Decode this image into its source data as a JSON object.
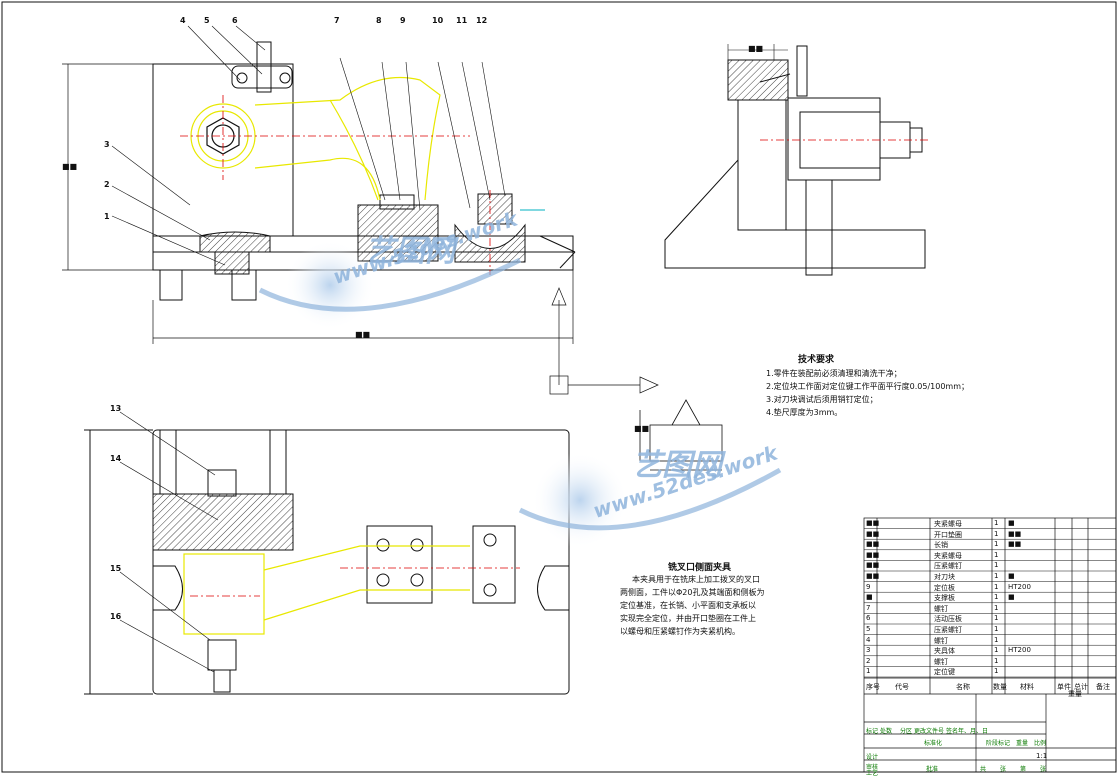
{
  "drawing": {
    "title": "铣叉口侧面夹具",
    "description_lines": [
      "本夹具用于在铣床上加工拨叉的叉口",
      "两侧面，工件以Φ20孔及其端面和侧板为",
      "定位基准，在长销、小平面和支承板以",
      "实现完全定位，并由开口垫圈在工件上",
      "以螺母和压紧螺钉作为夹紧机构。"
    ],
    "tech_title": "技术要求",
    "tech_requirements": [
      "1.零件在装配前必须清理和清洗干净；",
      "2.定位块工作面对定位键工作平面平行度0.05/100mm；",
      "3.对刀块调试后须用销钉定位；",
      "4.垫尺厚度为3mm。"
    ],
    "balloon_numbers_top": [
      "4",
      "5",
      "6",
      "7",
      "8",
      "9",
      "10",
      "11",
      "12"
    ],
    "balloon_numbers_left_top": [
      "3",
      "2",
      "1"
    ],
    "balloon_numbers_left_bottom": [
      "13",
      "14",
      "15",
      "16"
    ],
    "dim_marks": [
      "■■",
      "■■",
      "■■",
      "■■"
    ]
  },
  "bom": {
    "header": [
      "序号",
      "代号",
      "名称",
      "数量",
      "材料",
      "单件",
      "总计",
      "备注"
    ],
    "header_sub": [
      "重量"
    ],
    "rows": [
      [
        "■■",
        "",
        "夹紧螺母",
        "1",
        "■",
        ""
      ],
      [
        "■■",
        "",
        "开口垫圈",
        "1",
        "■■",
        ""
      ],
      [
        "■■",
        "",
        "长销",
        "1",
        "■■",
        ""
      ],
      [
        "■■",
        "",
        "夹紧螺母",
        "1",
        "",
        ""
      ],
      [
        "■■",
        "",
        "压紧螺钉",
        "1",
        "",
        ""
      ],
      [
        "■■",
        "",
        "对刀块",
        "1",
        "■",
        ""
      ],
      [
        "9",
        "",
        "定位板",
        "1",
        "HT200",
        ""
      ],
      [
        "■",
        "",
        "支撑板",
        "1",
        "■",
        ""
      ],
      [
        "7",
        "",
        "螺钉",
        "1",
        "",
        ""
      ],
      [
        "6",
        "",
        "活动压板",
        "1",
        "",
        ""
      ],
      [
        "5",
        "",
        "压紧螺钉",
        "1",
        "",
        ""
      ],
      [
        "4",
        "",
        "螺钉",
        "1",
        "",
        ""
      ],
      [
        "3",
        "",
        "夹具体",
        "1",
        "HT200",
        ""
      ],
      [
        "2",
        "",
        "螺钉",
        "1",
        "",
        ""
      ],
      [
        "1",
        "",
        "定位键",
        "1",
        "",
        ""
      ]
    ],
    "green_labels": [
      "标记",
      "处数",
      "分区",
      "更改文件号",
      "签名",
      "年、月、日",
      "设计",
      "标准化",
      "阶段标记",
      "重量",
      "比例",
      "审核",
      "工艺",
      "批准"
    ],
    "green_footer": [
      "共",
      "张",
      "第",
      "张"
    ],
    "scale_value": "1:1"
  },
  "watermark": {
    "brand": "艺图网",
    "url": "www.52des.work"
  },
  "colors": {
    "line": "#111111",
    "workpiece": "#e8e800",
    "centerline": "#dd0000",
    "watermark": "#8fb4dc",
    "green_text": "#0a7a00",
    "arrow_cyan": "#00b0c0"
  }
}
